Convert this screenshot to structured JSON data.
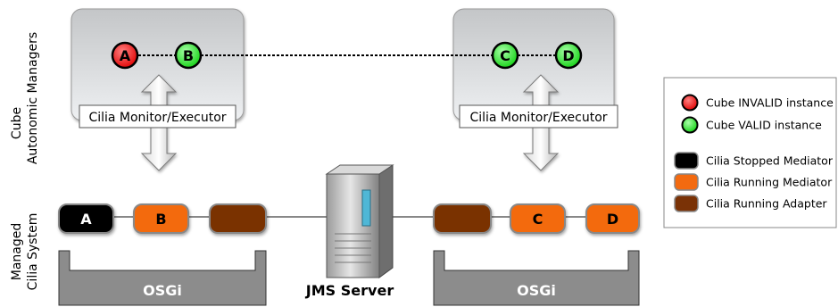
{
  "side_labels": {
    "cube": [
      "Cube",
      "Autonomic Managers"
    ],
    "managed": [
      "Managed",
      "Cilia System"
    ]
  },
  "managers": {
    "left": {
      "label": "Cilia Monitor/Executor",
      "instances": [
        {
          "letter": "A",
          "state": "invalid"
        },
        {
          "letter": "B",
          "state": "valid"
        }
      ]
    },
    "right": {
      "label": "Cilia Monitor/Executor",
      "instances": [
        {
          "letter": "C",
          "state": "valid"
        },
        {
          "letter": "D",
          "state": "valid"
        }
      ]
    }
  },
  "systems": {
    "left": {
      "platform_label": "OSGi",
      "components": [
        {
          "kind": "stopped",
          "letter": "A"
        },
        {
          "kind": "running",
          "letter": "B"
        },
        {
          "kind": "adapter",
          "letter": ""
        }
      ]
    },
    "right": {
      "platform_label": "OSGi",
      "components": [
        {
          "kind": "adapter",
          "letter": ""
        },
        {
          "kind": "running",
          "letter": "C"
        },
        {
          "kind": "running",
          "letter": "D"
        }
      ]
    }
  },
  "server": {
    "label": "JMS Server"
  },
  "legend": {
    "items": [
      {
        "symbol": "circle",
        "color": "#ff1a1a",
        "label": "Cube INVALID instance"
      },
      {
        "symbol": "circle",
        "color": "#1aee1a",
        "label": "Cube VALID instance"
      },
      {
        "symbol": "box",
        "color": "#000000",
        "label": "Cilia Stopped Mediator"
      },
      {
        "symbol": "box",
        "color": "#f36a10",
        "label": "Cilia Running Mediator"
      },
      {
        "symbol": "box",
        "color": "#7a3206",
        "label": "Cilia Running Adapter"
      }
    ]
  },
  "colors": {
    "invalid": "#ff1a1a",
    "valid": "#1aee1a",
    "stopped": "#000000",
    "running": "#f36a10",
    "adapter": "#7a3206",
    "platform": "#8c8c8c"
  }
}
